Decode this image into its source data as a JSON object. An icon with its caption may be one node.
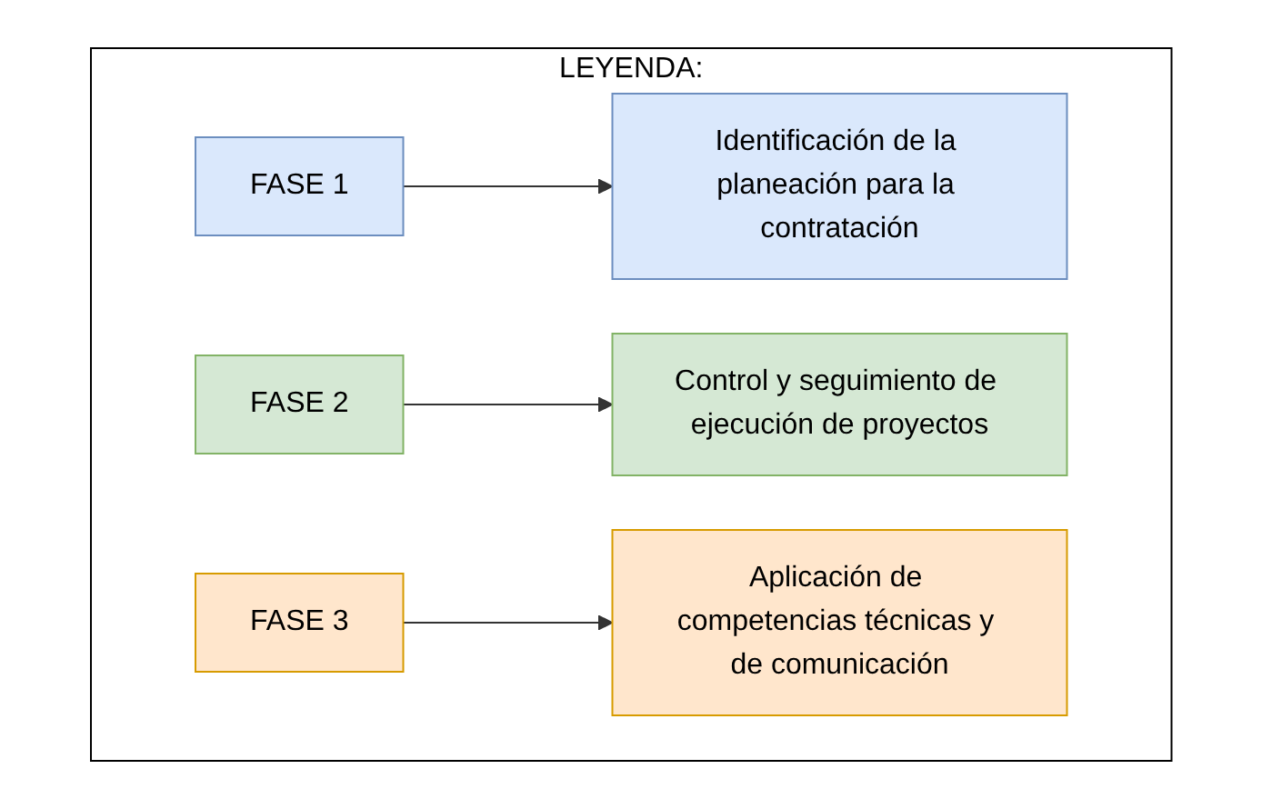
{
  "diagram": {
    "nodes": [
      {
        "text": [
          "LEYENDA:"
        ]
      },
      {
        "text": [
          "FASE 1"
        ],
        "in": 0
      },
      {
        "text": [
          "Identificación de la planeación para la contratación"
        ],
        "in": 0
      },
      {
        "text": [
          "FASE 2"
        ],
        "in": 0
      },
      {
        "text": [
          "Control y seguimiento de ejecución de proyectos"
        ],
        "in": 0
      },
      {
        "text": [
          "FASE 3"
        ],
        "in": 0
      },
      {
        "text": [
          "Aplicación de competencias técnicas y de comunicación"
        ],
        "in": 0
      }
    ],
    "edges": [
      {
        "from": 1,
        "to": 2,
        "arrow": "to"
      },
      {
        "from": 3,
        "to": 4,
        "arrow": "to"
      },
      {
        "from": 5,
        "to": 6,
        "arrow": "to"
      }
    ]
  }
}
